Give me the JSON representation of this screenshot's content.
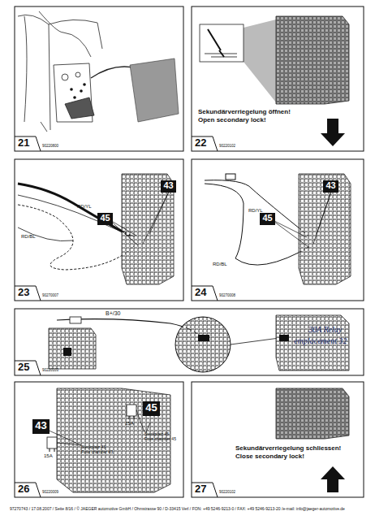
{
  "diagram": {
    "nodes": [
      {
        "text": [
          "43"
        ]
      },
      {
        "text": [
          "45"
        ]
      },
      {
        "text": [
          "43"
        ]
      },
      {
        "text": [
          "45"
        ]
      },
      {
        "text": [
          "43"
        ]
      },
      {
        "text": [
          "45"
        ]
      }
    ],
    "labels": [
      "21",
      "90220800",
      "22",
      "Sekundärverriegelung öffnen!",
      "Open secondary lock!",
      "90220102",
      "23",
      "RD/YL",
      "RD/BL",
      "90270007",
      "24",
      "RD/YL",
      "RD/BL",
      "90270008",
      "25",
      "B+/30",
      "30A Relay",
      "emplacement 32",
      "90220103",
      "26",
      "15A",
      "Steckplatz 43",
      "Fuse chamber 43",
      "15A",
      "Steckplatz 45",
      "Fuse chamber 45",
      "90220009",
      "27",
      "Sekundärverriegelung schliessen!",
      "Close secondary lock!",
      "90220102",
      "97270743 / 17.08.2007 / Seite 8/16 / © JAEGER automotive GmbH / Ohmstrasse 90 / D-33415 Verl / FON: +49 5246-9213-0 / FAX: +49 5246-9213-20 /e-mail: info@jaeger-automotive.de"
    ]
  }
}
